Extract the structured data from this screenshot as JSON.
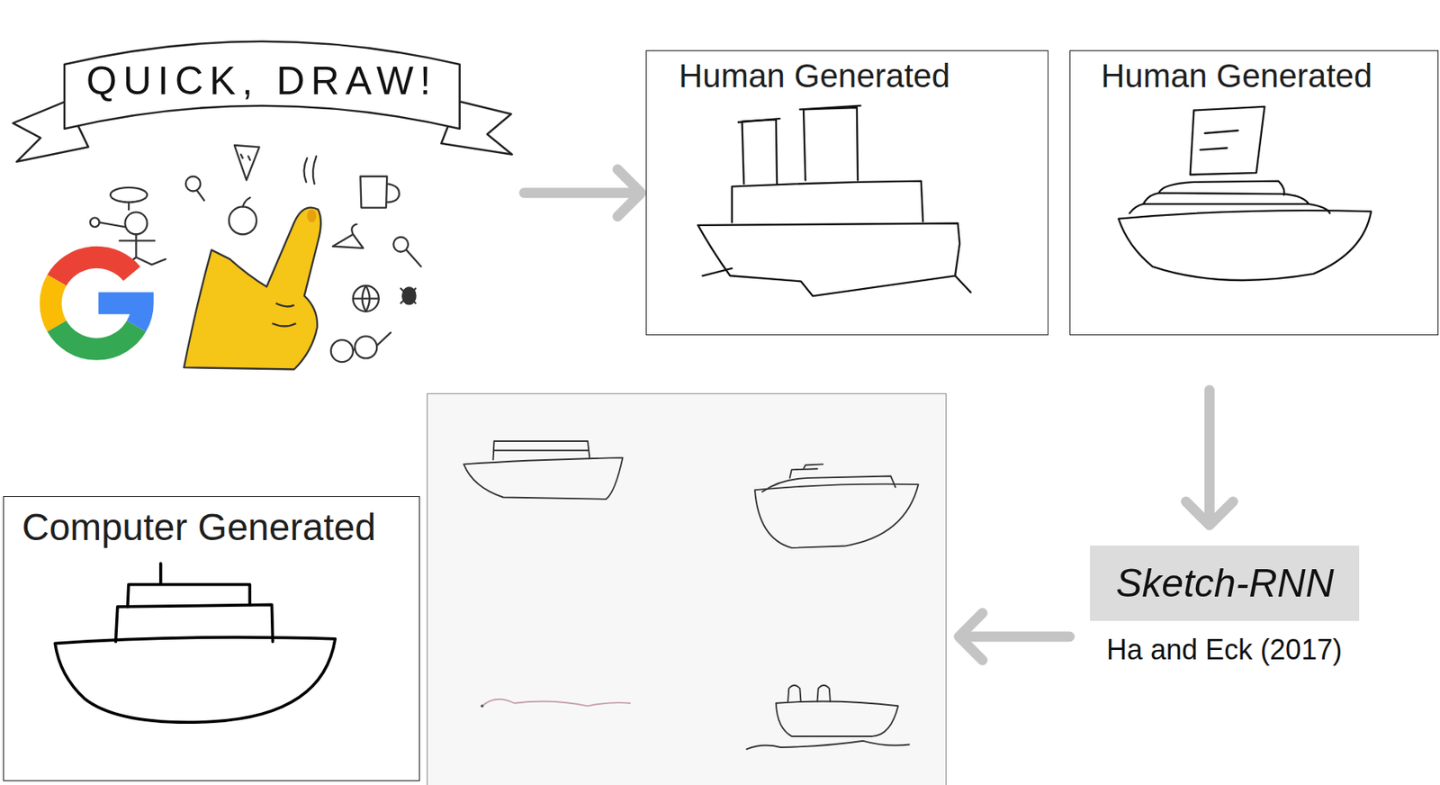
{
  "diagram": {
    "nodes": [
      {
        "text": [
          "QUICK, DRAW!"
        ]
      },
      {
        "text": [
          "Human Generated"
        ]
      },
      {
        "text": [
          "Human Generated"
        ]
      },
      {
        "text": [
          "Computer Generated"
        ]
      },
      {
        "text": []
      },
      {
        "text": [
          "Sketch-RNN",
          "Ha and Eck (2017)"
        ]
      }
    ],
    "edges": [
      {
        "from": 0,
        "to": 1,
        "arrow": "to"
      },
      {
        "from": 2,
        "to": 5,
        "arrow": "to"
      },
      {
        "from": 5,
        "to": 4,
        "arrow": "to"
      }
    ]
  }
}
